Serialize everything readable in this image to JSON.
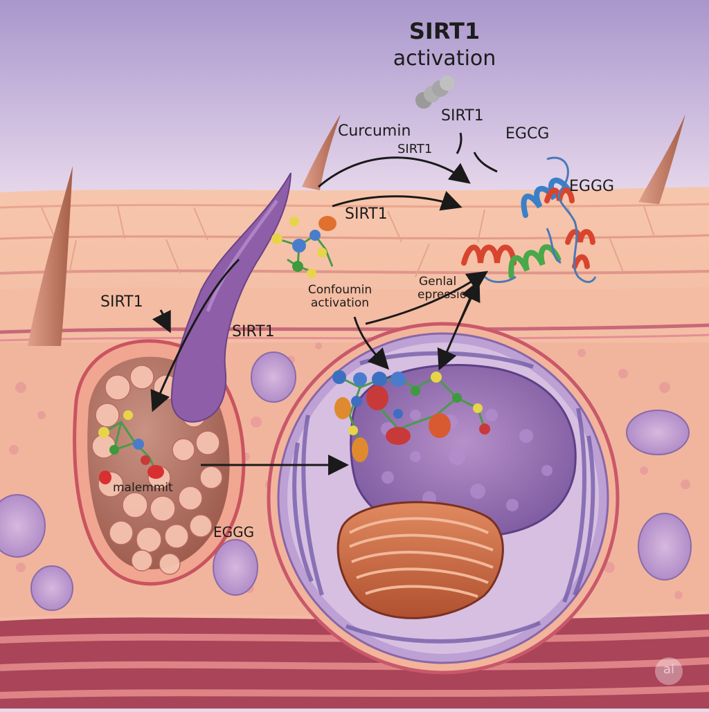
{
  "title": "SIRT1",
  "subtitle": "activation",
  "labels": {
    "sirt1_top": "SIRT1",
    "curcumin": "Curcumin",
    "curcumin_sirt1": "SIRT1",
    "egcg_top": "EGCG",
    "eggg_right": "EGGG",
    "sirt1_mid": "SIRT1",
    "confoumin_line1": "Confoumin",
    "confoumin_line2": "activation",
    "genlal_line1": "Genlal",
    "genlal_line2": "epression",
    "sirt1_left": "SIRT1",
    "sirt1_center": "SIRT1",
    "malemmit": "malemmit",
    "eggg_bottom": "EGGG",
    "watermark": "ai"
  },
  "colors": {
    "sky": "#b9a6d6",
    "tissue": "#f2b79c",
    "nucleus": "#9a6fb4",
    "organelle": "#c9623f",
    "hair": "#c07b62"
  }
}
